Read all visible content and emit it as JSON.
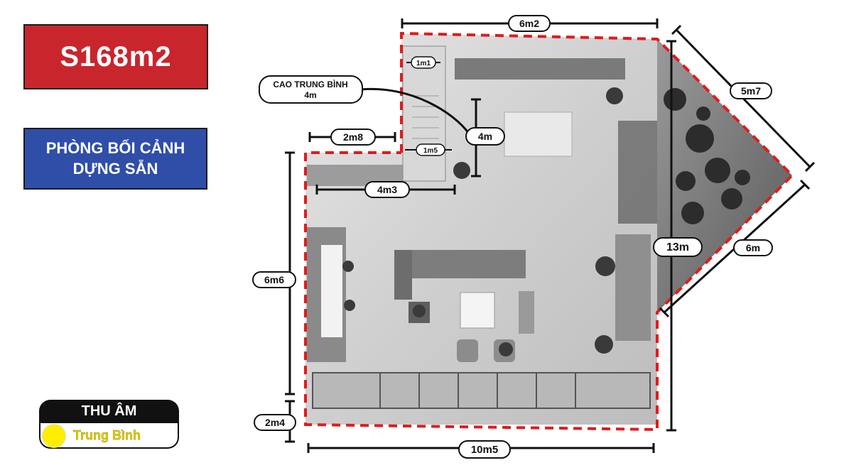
{
  "area_badge": "S168m2",
  "room_badge": {
    "line1": "PHÒNG BỐI CẢNH",
    "line2": "DỰNG SẴN"
  },
  "sound": {
    "title": "THU ÂM",
    "level": "Trung Bình",
    "level_color": "#ffee00"
  },
  "callout": {
    "line1": "CAO TRUNG BÌNH",
    "line2": "4m"
  },
  "dimensions": {
    "top_width": "6m2",
    "stair_width": "1m1",
    "height_marker": "4m",
    "left_top_width": "2m8",
    "stair_width_bottom": "1m5",
    "wall_width": "4m3",
    "angled_top": "5m7",
    "angled_bottom": "6m",
    "total_depth": "13m",
    "left_height": "6m6",
    "left_bottom": "2m4",
    "bottom_width": "10m5"
  },
  "colors": {
    "outline": "#e01b1b",
    "area_badge": "#c9252c",
    "room_badge": "#2f4ea8"
  }
}
